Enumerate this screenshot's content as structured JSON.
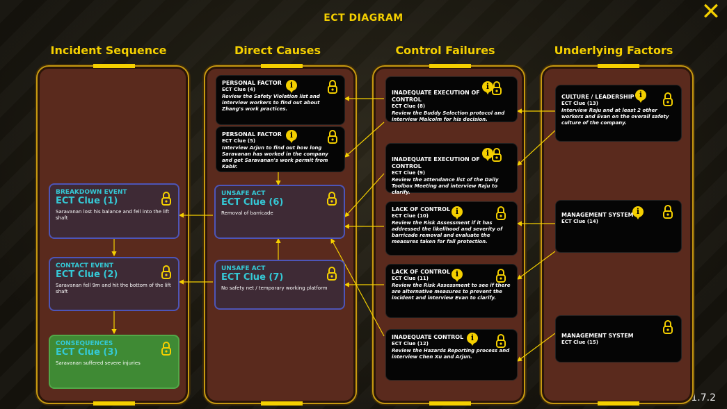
{
  "title": "ECT DIAGRAM",
  "version": "v1.7.2",
  "columns": [
    "Incident Sequence",
    "Direct Causes",
    "Control Failures",
    "Underlying Factors"
  ],
  "incident": [
    {
      "type": "BREAKDOWN EVENT",
      "clue": "ECT Clue (1)",
      "desc": "Saravanan lost his balance and fell into the lift shaft"
    },
    {
      "type": "CONTACT EVENT",
      "clue": "ECT Clue (2)",
      "desc": "Saravanan fell 9m and hit the bottom of the lift shaft"
    },
    {
      "type": "CONSEQUENCES",
      "clue": "ECT Clue (3)",
      "desc": "Saravanan suffered severe injuries"
    }
  ],
  "direct": [
    {
      "type": "PERSONAL FACTOR",
      "clue": "ECT Clue (4)",
      "desc": "Review the Safety Violation list and interview workers to find out about Zhang's work practices."
    },
    {
      "type": "PERSONAL FACTOR",
      "clue": "ECT Clue (5)",
      "desc": "Interview Arjun to find out how long Saravanan has worked in the company and get Saravanan's work permit from Kabir."
    },
    {
      "type": "UNSAFE ACT",
      "clue": "ECT Clue (6)",
      "desc": "Removal of barricade"
    },
    {
      "type": "UNSAFE ACT",
      "clue": "ECT Clue (7)",
      "desc": "No safety net / temporary working platform"
    }
  ],
  "control": [
    {
      "type": "INADEQUATE EXECUTION OF CONTROL",
      "clue": "ECT Clue (8)",
      "desc": "Review the Buddy Selection protocol and interview Malcolm for his decision."
    },
    {
      "type": "INADEQUATE EXECUTION OF CONTROL",
      "clue": "ECT Clue (9)",
      "desc": "Review the attendance list of the Daily Toolbox Meeting and interview Raju to clarify."
    },
    {
      "type": "LACK OF CONTROL",
      "clue": "ECT Clue (10)",
      "desc": "Review the Risk Assessment if it has addressed the likelihood and severity of barricade removal and evaluate the measures taken for fall protection."
    },
    {
      "type": "LACK OF CONTROL",
      "clue": "ECT Clue (11)",
      "desc": "Review the Risk Assessment to see if there are alternative measures to prevent the incident and interview Evan to clarify."
    },
    {
      "type": "INADEQUATE CONTROL",
      "clue": "ECT Clue (12)",
      "desc": "Review the Hazards Reporting process and interview Chen Xu and Arjun."
    }
  ],
  "underlying": [
    {
      "type": "CULTURE / LEADERSHIP",
      "clue": "ECT Clue (13)",
      "desc": "Interview Raju and at least 2 other workers and Evan on the overall safety culture of the company."
    },
    {
      "type": "MANAGEMENT SYSTEM",
      "clue": "ECT Clue (14)",
      "desc": ""
    },
    {
      "type": "MANAGEMENT SYSTEM",
      "clue": "ECT Clue (15)",
      "desc": ""
    }
  ],
  "info_glyph": "i",
  "close_glyph": "✕",
  "colors": {
    "accent": "#f5d000",
    "clue_cyan": "#35c9d6",
    "panel": "#5a2a1d",
    "event_border": "#4d55b8",
    "consequence": "#3f8a34"
  },
  "icons": [
    "lock-icon",
    "info-icon",
    "close-icon",
    "arrow-icon"
  ]
}
